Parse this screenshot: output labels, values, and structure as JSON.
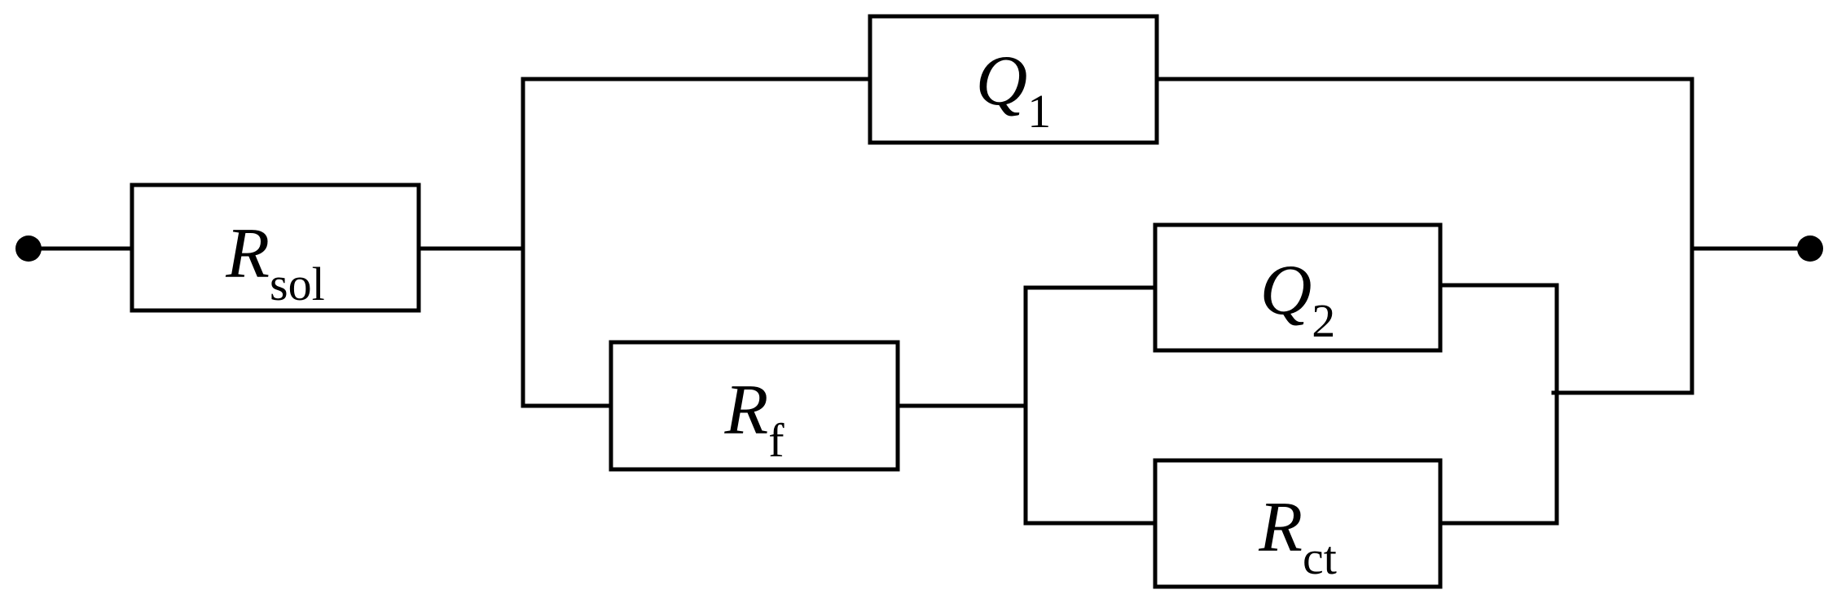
{
  "components": {
    "rsol": {
      "symbol": "R",
      "subscript": "sol"
    },
    "q1": {
      "symbol": "Q",
      "subscript": "1"
    },
    "rf": {
      "symbol": "R",
      "subscript": "f"
    },
    "q2": {
      "symbol": "Q",
      "subscript": "2"
    },
    "rct": {
      "symbol": "R",
      "subscript": "ct"
    }
  }
}
